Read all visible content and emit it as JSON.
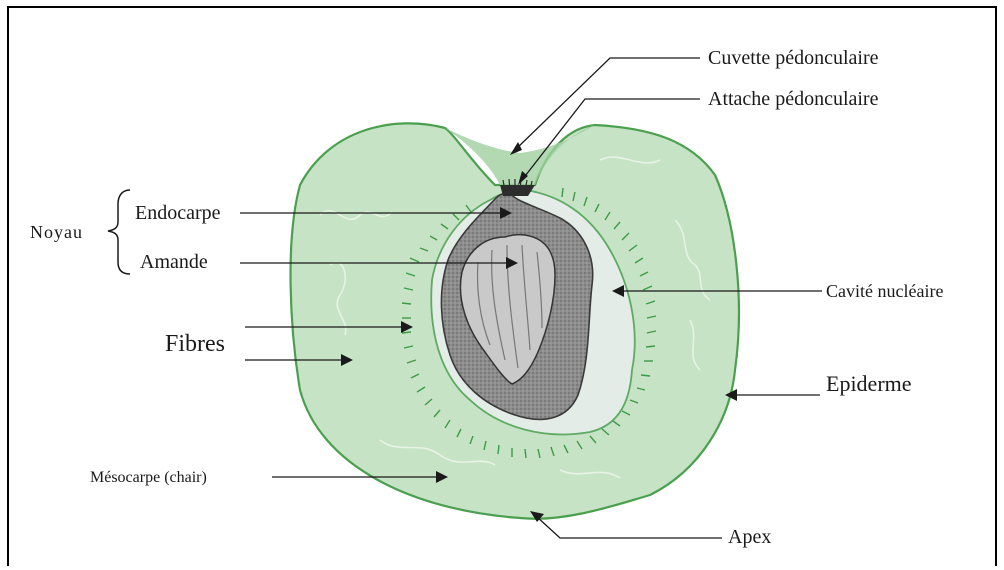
{
  "diagram": {
    "group_label": "Noyau",
    "labels": {
      "cuvette": "Cuvette pédonculaire",
      "attache": "Attache pédonculaire",
      "endocarpe": "Endocarpe",
      "amande": "Amande",
      "cavite": "Cavité nucléaire",
      "fibres": "Fibres",
      "epiderme": "Epiderme",
      "mesocarpe": "Mésocarpe (chair)",
      "apex": "Apex"
    },
    "colors": {
      "flesh": "#c7e3c6",
      "flesh_outline": "#4aa04e",
      "cavity": "#e4ece8",
      "endocarp": "#8a8a8a",
      "almond": "#c9c9c9",
      "fiber_marks": "#3f9a48"
    }
  }
}
